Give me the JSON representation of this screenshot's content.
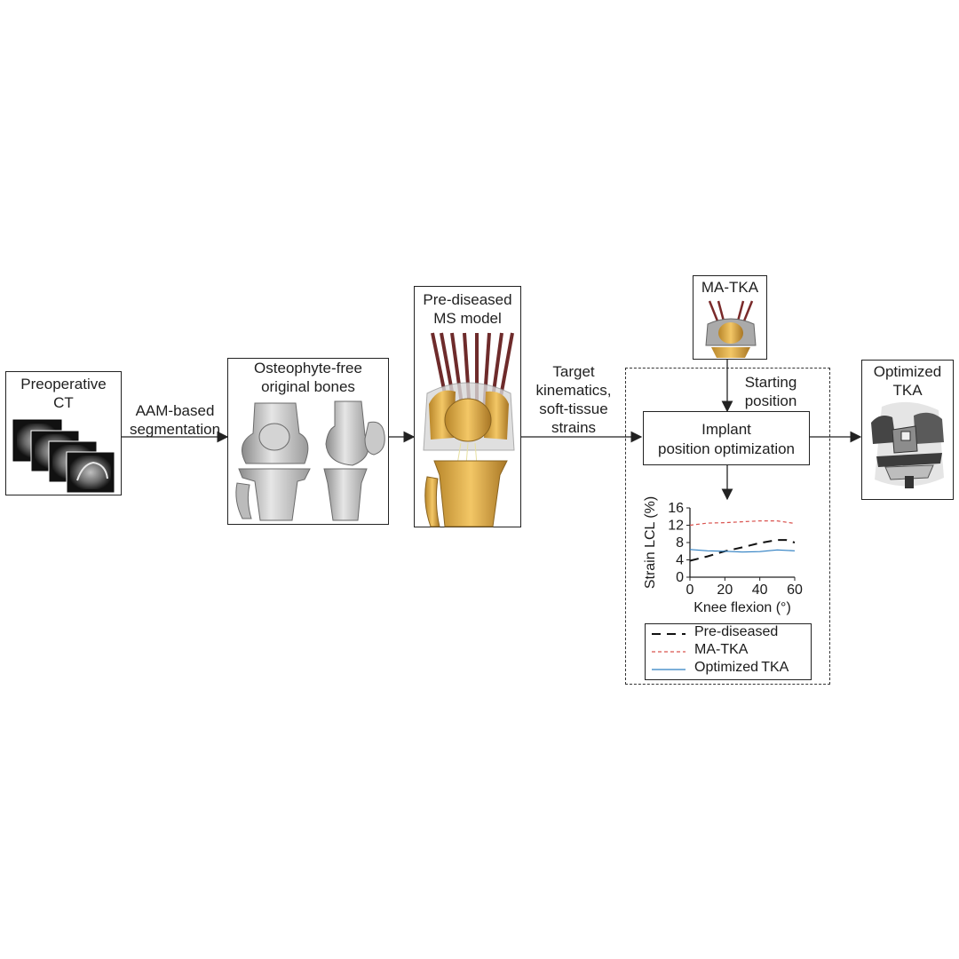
{
  "boxes": {
    "ct": {
      "title": "Preoperative\nCT"
    },
    "bones": {
      "title": "Osteophyte-free\noriginal bones"
    },
    "ms": {
      "title": "Pre-diseased\nMS model"
    },
    "matka": {
      "title": "MA-TKA"
    },
    "opt": {
      "title": "Optimized\nTKA"
    },
    "implant": {
      "title": "Implant\nposition optimization"
    }
  },
  "arrows": {
    "seg": "AAM-based\nsegmentation",
    "targets": "Target\nkinematics,\nsoft-tissue\nstrains",
    "start": "Starting\nposition"
  },
  "chart_data": {
    "type": "line",
    "xlabel": "Knee flexion (°)",
    "ylabel": "Strain LCL (%)",
    "xlim": [
      0,
      60
    ],
    "ylim": [
      0,
      16
    ],
    "xticks": [
      "0",
      "20",
      "40",
      "60"
    ],
    "yticks": [
      "0",
      "4",
      "8",
      "12",
      "16"
    ],
    "series": [
      {
        "name": "Pre-diseased",
        "color": "#111111",
        "style": "long-dash",
        "x": [
          0,
          10,
          20,
          30,
          40,
          50,
          55,
          60
        ],
        "y": [
          3.8,
          4.8,
          6.0,
          6.9,
          7.9,
          8.6,
          8.6,
          8.0
        ]
      },
      {
        "name": "MA-TKA",
        "color": "#d9534f",
        "style": "short-dash",
        "x": [
          0,
          10,
          20,
          30,
          40,
          50,
          60
        ],
        "y": [
          12.0,
          12.5,
          12.6,
          12.8,
          13.0,
          13.0,
          12.4
        ]
      },
      {
        "name": "Optimized TKA",
        "color": "#2e7fc2",
        "style": "solid",
        "x": [
          0,
          10,
          20,
          30,
          40,
          50,
          60
        ],
        "y": [
          6.4,
          6.1,
          6.0,
          5.8,
          5.9,
          6.3,
          6.1
        ]
      }
    ],
    "legend_position": "below"
  },
  "legend": [
    "Pre-diseased",
    "MA-TKA",
    "Optimized TKA"
  ]
}
